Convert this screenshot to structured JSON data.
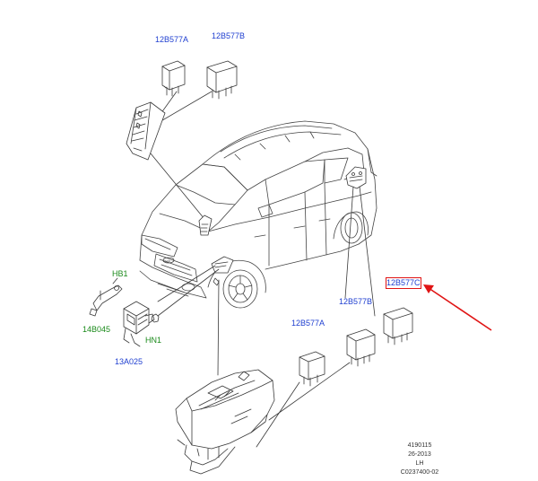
{
  "labels": {
    "relay_top_a": "12B577A",
    "relay_top_b": "12B577B",
    "relay_mid_b": "12B577B",
    "relay_mid_a": "12B577A",
    "relay_c": "12B577C",
    "hb1": "HB1",
    "b045": "14B045",
    "hn1": "HN1",
    "a025": "13A025"
  },
  "colors": {
    "part_number": "#1f3fd0",
    "fastener": "#1a8a1a",
    "highlight": "#e01414"
  },
  "footer": {
    "ref": "4190115",
    "date": "26-2013",
    "side": "LH",
    "code": "C0237400-02"
  }
}
